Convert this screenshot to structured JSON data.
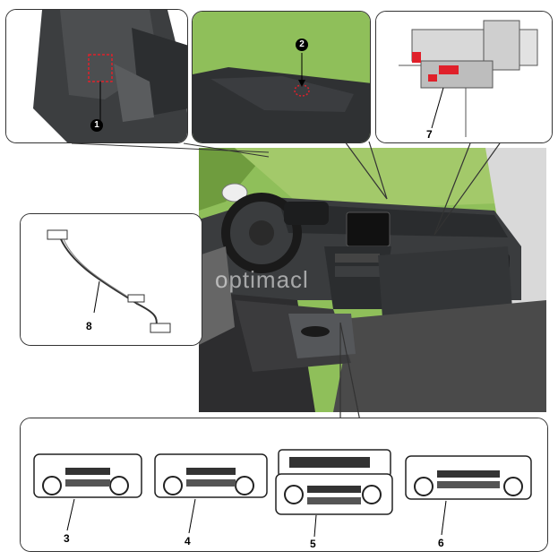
{
  "callouts": {
    "c1": "1",
    "c2": "2",
    "c3": "3",
    "c4": "4",
    "c5": "5",
    "c6": "6",
    "c7": "7",
    "c8": "8"
  },
  "watermark": "optimacl",
  "colors": {
    "background_green": "#8fbf5a",
    "dash_dark": "#2f3133",
    "red_highlight": "#e0202a",
    "outline": "#333333"
  }
}
